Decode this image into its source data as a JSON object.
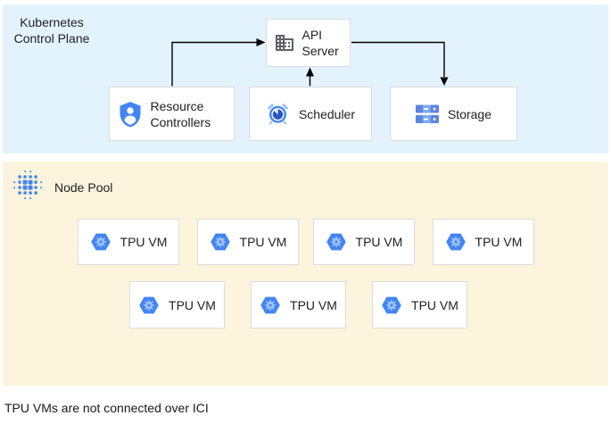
{
  "colors": {
    "control_plane_bg": "#E2F3FD",
    "node_pool_bg": "#FCF4DC",
    "box_border": "#DADCE0",
    "text": "#202124",
    "arrow": "#000000",
    "icon_blue": "#4285F4",
    "icon_blue_dark": "#2A56C6",
    "icon_blue_light": "#A1C2FA",
    "icon_gray": "#5F6368"
  },
  "control_plane": {
    "label": "Kubernetes Control Plane",
    "nodes": {
      "api_server": {
        "label": "API Server",
        "icon": "building-icon"
      },
      "resource_controllers": {
        "label": "Resource Controllers",
        "icon": "shield-person-icon"
      },
      "scheduler": {
        "label": "Scheduler",
        "icon": "alarm-clock-icon"
      },
      "storage": {
        "label": "Storage",
        "icon": "storage-disks-icon"
      }
    },
    "arrows": [
      {
        "from": "resource-controllers",
        "to": "api-server"
      },
      {
        "from": "scheduler",
        "to": "api-server"
      },
      {
        "from": "api-server",
        "to": "storage"
      }
    ]
  },
  "node_pool": {
    "label": "Node Pool",
    "icon": "dot-cluster-icon",
    "vms": [
      {
        "label": "TPU VM"
      },
      {
        "label": "TPU VM"
      },
      {
        "label": "TPU VM"
      },
      {
        "label": "TPU VM"
      },
      {
        "label": "TPU VM"
      },
      {
        "label": "TPU VM"
      },
      {
        "label": "TPU VM"
      }
    ]
  },
  "caption": "TPU VMs are not connected over ICI"
}
